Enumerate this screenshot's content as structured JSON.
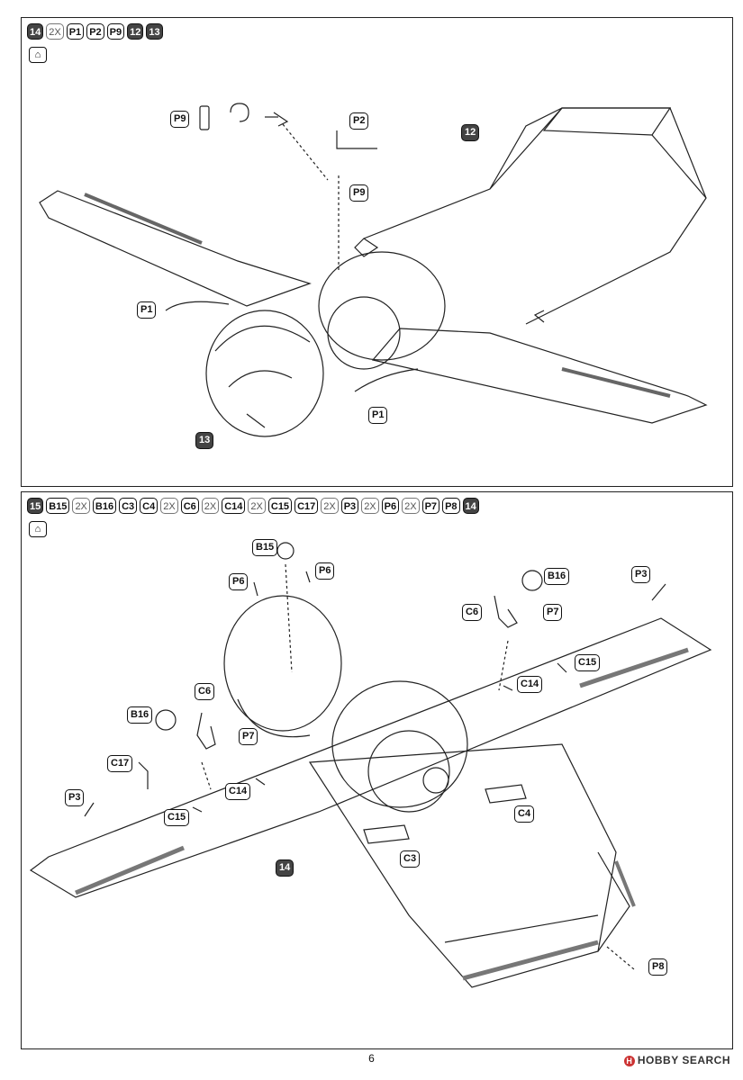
{
  "step14": {
    "header": [
      "14",
      "2X",
      "P1",
      "P2",
      "P9",
      "12",
      "13"
    ],
    "glue_icon": "glue-bottle-icon",
    "labels": {
      "p9_top": "P9",
      "p2": "P2",
      "p9_mid": "P9",
      "p1_left": "P1",
      "p1_right": "P1",
      "part12": "12",
      "part13": "13"
    }
  },
  "step15": {
    "header": [
      "15",
      "B15",
      "2X",
      "B16",
      "C3",
      "C4",
      "2X",
      "C6",
      "2X",
      "C14",
      "2X",
      "C15",
      "C17",
      "2X",
      "P3",
      "2X",
      "P6",
      "2X",
      "P7",
      "P8",
      "14"
    ],
    "glue_icon": "glue-bottle-icon",
    "labels": {
      "b15": "B15",
      "p6_left": "P6",
      "p6_right": "P6",
      "b16_right": "B16",
      "c6_right": "C6",
      "p7_right": "P7",
      "p3_right": "P3",
      "c15_right": "C15",
      "c14_right": "C14",
      "b16_left": "B16",
      "c6_left": "C6",
      "p7_left": "P7",
      "c17": "C17",
      "c14_left": "C14",
      "p3_left": "P3",
      "c15_left": "C15",
      "c4": "C4",
      "c3": "C3",
      "part14": "14",
      "p8": "P8"
    }
  },
  "page_number": "6",
  "watermark": "HOBBY SEARCH"
}
